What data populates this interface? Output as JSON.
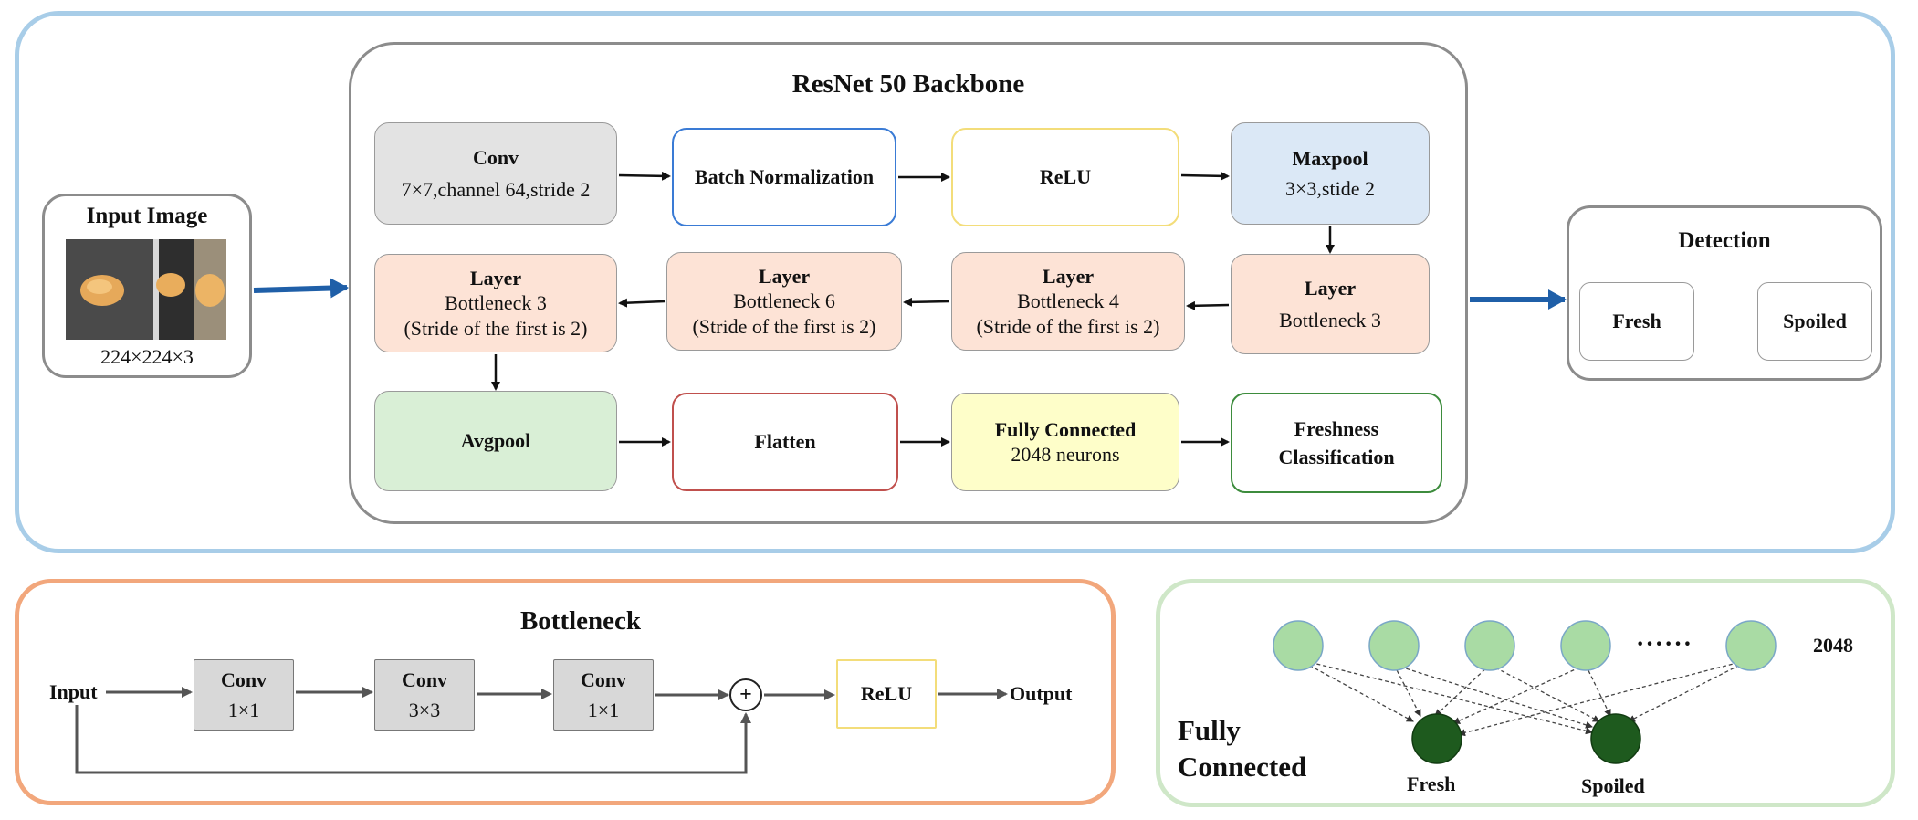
{
  "backbone": {
    "title": "ResNet 50 Backbone",
    "row1": {
      "conv": {
        "title": "Conv",
        "detail": "7×7,channel 64,stride 2"
      },
      "batchnorm": {
        "title": "Batch Normalization"
      },
      "relu": {
        "title": "ReLU"
      },
      "maxpool": {
        "title": "Maxpool",
        "detail": "3×3,stide 2"
      }
    },
    "row2": [
      {
        "title": "Layer",
        "line1": "Bottleneck 3",
        "line2": "(Stride of the first is 2)"
      },
      {
        "title": "Layer",
        "line1": "Bottleneck 6",
        "line2": "(Stride of the first is 2)"
      },
      {
        "title": "Layer",
        "line1": "Bottleneck 4",
        "line2": "(Stride of the first is 2)"
      },
      {
        "title": "Layer",
        "line1": "Bottleneck 3"
      }
    ],
    "row3": {
      "avgpool": {
        "title": "Avgpool"
      },
      "flatten": {
        "title": "Flatten"
      },
      "fc": {
        "title": "Fully Connected",
        "detail": "2048 neurons"
      },
      "freshness": {
        "line1": "Freshness",
        "line2": "Classification"
      }
    }
  },
  "input": {
    "title": "Input Image",
    "size": "224×224×3"
  },
  "detection": {
    "title": "Detection",
    "classes": [
      "Fresh",
      "Spoiled"
    ]
  },
  "bottleneck": {
    "title": "Bottleneck",
    "input": "Input",
    "output": "Output",
    "plus": "+",
    "relu": "ReLU",
    "convs": [
      {
        "title": "Conv",
        "kernel": "1×1"
      },
      {
        "title": "Conv",
        "kernel": "3×3"
      },
      {
        "title": "Conv",
        "kernel": "1×1"
      }
    ]
  },
  "fully_connected": {
    "title_line1": "Fully",
    "title_line2": "Connected",
    "ellipsis": "······",
    "count": "2048",
    "outputs": [
      "Fresh",
      "Spoiled"
    ]
  },
  "colors": {
    "main_border": "#a8cde8",
    "bottleneck_border": "#f2a77c",
    "fc_border": "#cfe7c8",
    "arrow_blue": "#1f5fa8",
    "gray_fill": "#e3e3e3",
    "peach_fill": "#fde3d6",
    "blue_fill": "#dbe8f6",
    "green_fill": "#d9efd6",
    "yellow_fill": "#fefec9",
    "neuron_light": "#a9dba4",
    "neuron_dark": "#1e5a1e"
  }
}
